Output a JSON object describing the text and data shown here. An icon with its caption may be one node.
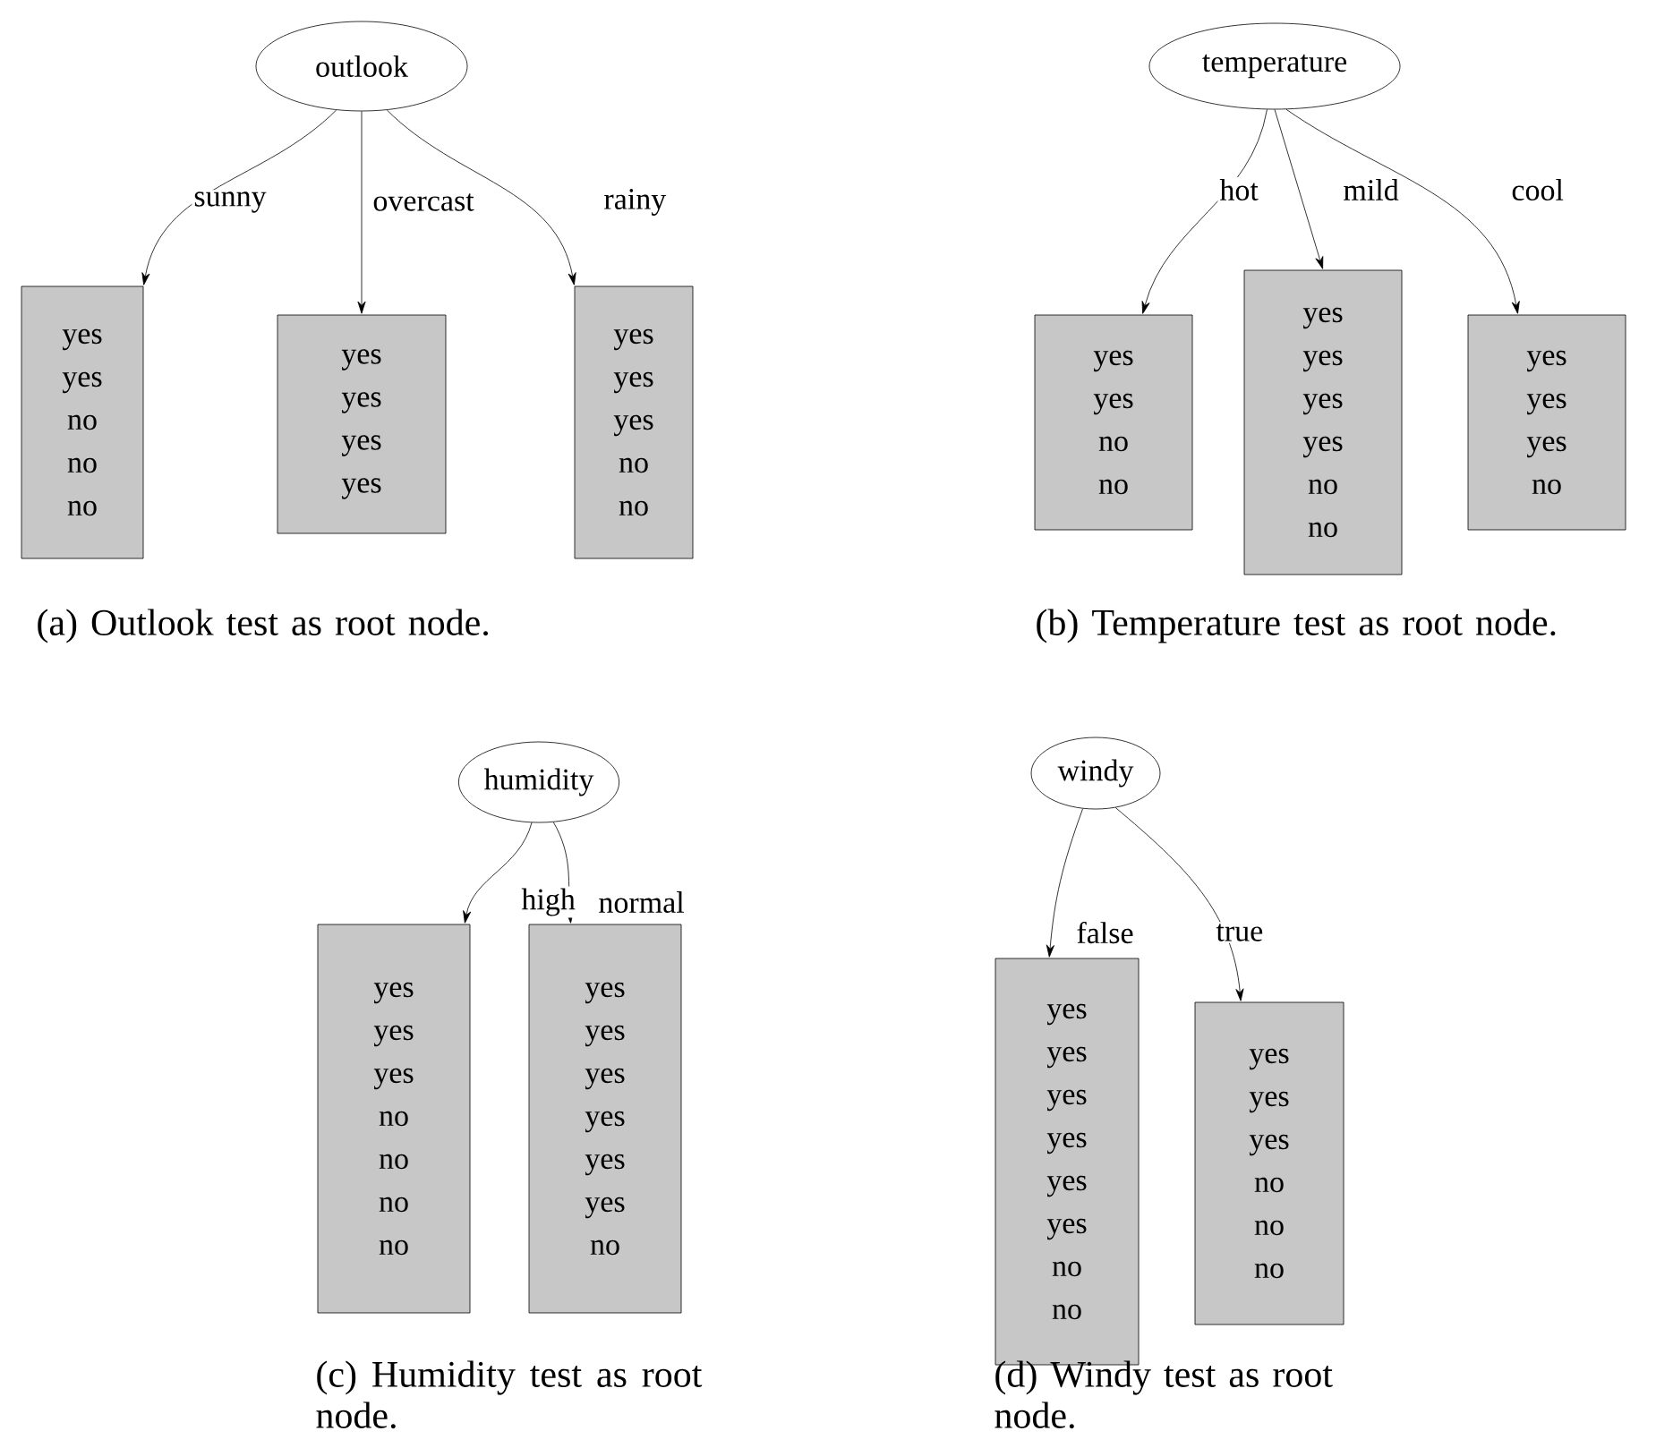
{
  "diagram": {
    "nodes": [
      {
        "text": [
          "outlook"
        ]
      },
      {
        "text": [
          "yes",
          "yes",
          "no",
          "no",
          "no"
        ]
      },
      {
        "text": [
          "yes",
          "yes",
          "yes",
          "yes"
        ]
      },
      {
        "text": [
          "yes",
          "yes",
          "yes",
          "no",
          "no"
        ]
      },
      {
        "text": [
          "temperature"
        ]
      },
      {
        "text": [
          "yes",
          "yes",
          "no",
          "no"
        ]
      },
      {
        "text": [
          "yes",
          "yes",
          "yes",
          "yes",
          "no",
          "no"
        ]
      },
      {
        "text": [
          "yes",
          "yes",
          "yes",
          "no"
        ]
      },
      {
        "text": [
          "humidity"
        ]
      },
      {
        "text": [
          "yes",
          "yes",
          "yes",
          "no",
          "no",
          "no",
          "no"
        ]
      },
      {
        "text": [
          "yes",
          "yes",
          "yes",
          "yes",
          "yes",
          "yes",
          "no"
        ]
      },
      {
        "text": [
          "windy"
        ]
      },
      {
        "text": [
          "yes",
          "yes",
          "yes",
          "yes",
          "yes",
          "yes",
          "no",
          "no"
        ]
      },
      {
        "text": [
          "yes",
          "yes",
          "yes",
          "no",
          "no",
          "no"
        ]
      }
    ],
    "edges": [
      {
        "from": 0,
        "to": 1,
        "arrow": "to",
        "label": "sunny"
      },
      {
        "from": 0,
        "to": 2,
        "arrow": "to",
        "label": "overcast"
      },
      {
        "from": 0,
        "to": 3,
        "arrow": "to",
        "label": "rainy"
      },
      {
        "from": 4,
        "to": 5,
        "arrow": "to",
        "label": "hot"
      },
      {
        "from": 4,
        "to": 6,
        "arrow": "to",
        "label": "mild"
      },
      {
        "from": 4,
        "to": 7,
        "arrow": "to",
        "label": "cool"
      },
      {
        "from": 8,
        "to": 9,
        "arrow": "to",
        "label": "high"
      },
      {
        "from": 8,
        "to": 10,
        "arrow": "to",
        "label": "normal"
      },
      {
        "from": 11,
        "to": 12,
        "arrow": "to",
        "label": "false"
      },
      {
        "from": 11,
        "to": 13,
        "arrow": "to",
        "label": "true"
      }
    ],
    "labels": [
      "(a) Outlook test as root node.",
      "(b) Temperature test as root node.",
      "(c) Humidity test as root node.",
      "(d) Windy test as root node."
    ]
  }
}
